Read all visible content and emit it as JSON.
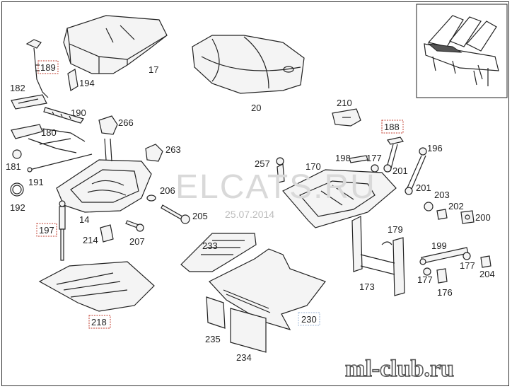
{
  "watermark": "ELCATS.RU",
  "date_stamp": "25.07.2014",
  "brand": "ml-club.ru",
  "highlighted_parts": [
    "189",
    "197",
    "188",
    "218"
  ],
  "part_labels": {
    "p17": "17",
    "p20": "20",
    "p189": "189",
    "p194": "194",
    "p182": "182",
    "p190": "190",
    "p266": "266",
    "p180": "180",
    "p263": "263",
    "p181": "181",
    "p191": "191",
    "p192": "192",
    "p14": "14",
    "p206": "206",
    "p205": "205",
    "p197": "197",
    "p214": "214",
    "p207": "207",
    "p218": "218",
    "p210": "210",
    "p188": "188",
    "p196": "196",
    "p198": "198",
    "p177a": "177",
    "p257": "257",
    "p170": "170",
    "p201a": "201",
    "p201b": "201",
    "p203": "203",
    "p202": "202",
    "p200": "200",
    "p179": "179",
    "p199": "199",
    "p233": "233",
    "p173": "173",
    "p177b": "177",
    "p177c": "177",
    "p204": "204",
    "p176": "176",
    "p230": "230",
    "p235": "235",
    "p234": "234"
  }
}
